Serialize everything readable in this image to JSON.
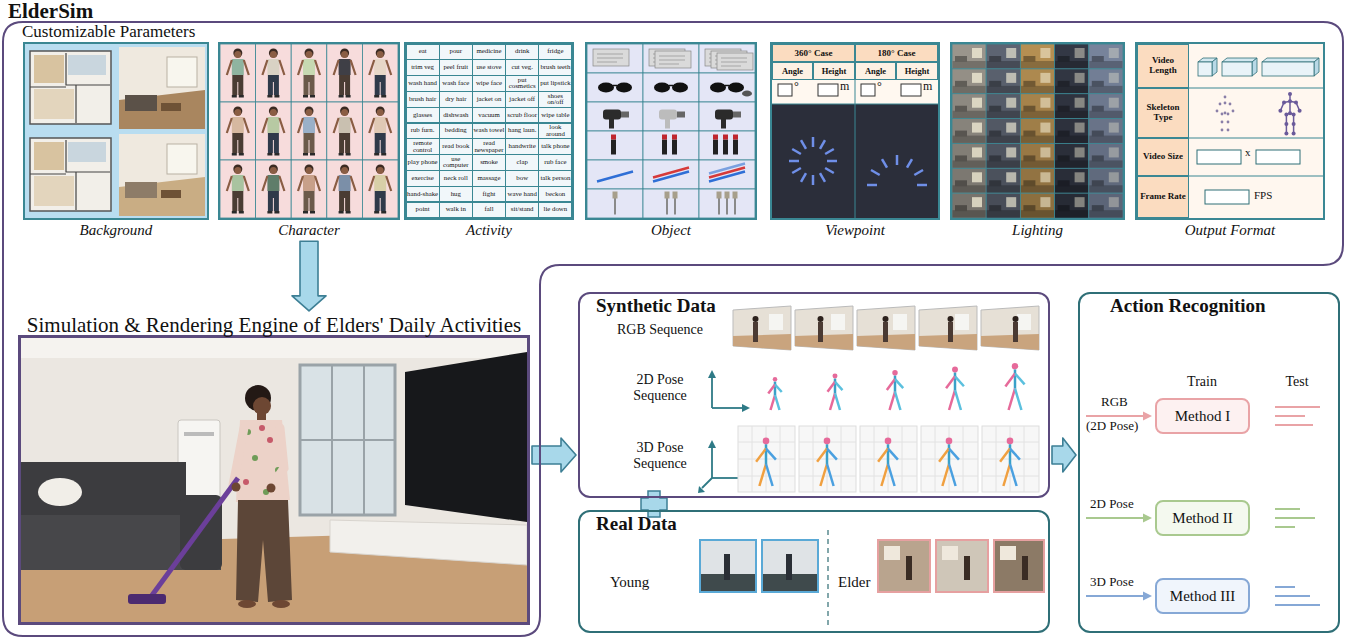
{
  "diagram": {
    "nodes": [
      {
        "text": [
          "ElderSim"
        ]
      },
      {
        "text": [
          "Background"
        ],
        "in": 0
      },
      {
        "text": [
          "Character"
        ],
        "in": 0
      },
      {
        "text": [
          "Activity"
        ],
        "in": 0
      },
      {
        "text": [
          "eat"
        ],
        "in": 3
      },
      {
        "text": [
          "pour"
        ],
        "in": 3
      },
      {
        "text": [
          "medicine"
        ],
        "in": 3
      },
      {
        "text": [
          "drink"
        ],
        "in": 3
      },
      {
        "text": [
          "fridge"
        ],
        "in": 3
      },
      {
        "text": [
          "trim veg"
        ],
        "in": 3
      },
      {
        "text": [
          "peel fruit"
        ],
        "in": 3
      },
      {
        "text": [
          "use stove"
        ],
        "in": 3
      },
      {
        "text": [
          "cut veg."
        ],
        "in": 3
      },
      {
        "text": [
          "brush teeth"
        ],
        "in": 3
      },
      {
        "text": [
          "wash hand"
        ],
        "in": 3
      },
      {
        "text": [
          "wash face"
        ],
        "in": 3
      },
      {
        "text": [
          "wipe face"
        ],
        "in": 3
      },
      {
        "text": [
          "put cosmetics"
        ],
        "in": 3
      },
      {
        "text": [
          "put lipstick"
        ],
        "in": 3
      },
      {
        "text": [
          "brush hair"
        ],
        "in": 3
      },
      {
        "text": [
          "dry hair"
        ],
        "in": 3
      },
      {
        "text": [
          "jacket on"
        ],
        "in": 3
      },
      {
        "text": [
          "jacket off"
        ],
        "in": 3
      },
      {
        "text": [
          "shoes on/off"
        ],
        "in": 3
      },
      {
        "text": [
          "glasses"
        ],
        "in": 3
      },
      {
        "text": [
          "dishwash"
        ],
        "in": 3
      },
      {
        "text": [
          "vacuum"
        ],
        "in": 3
      },
      {
        "text": [
          "scrub floor"
        ],
        "in": 3
      },
      {
        "text": [
          "wipe table"
        ],
        "in": 3
      },
      {
        "text": [
          "rub furn."
        ],
        "in": 3
      },
      {
        "text": [
          "bedding"
        ],
        "in": 3
      },
      {
        "text": [
          "wash towel"
        ],
        "in": 3
      },
      {
        "text": [
          "hang laun."
        ],
        "in": 3
      },
      {
        "text": [
          "look around"
        ],
        "in": 3
      },
      {
        "text": [
          "remote control"
        ],
        "in": 3
      },
      {
        "text": [
          "read book"
        ],
        "in": 3
      },
      {
        "text": [
          "read newspaper"
        ],
        "in": 3
      },
      {
        "text": [
          "handwrite"
        ],
        "in": 3
      },
      {
        "text": [
          "talk phone"
        ],
        "in": 3
      },
      {
        "text": [
          "play phone"
        ],
        "in": 3
      },
      {
        "text": [
          "use computer"
        ],
        "in": 3
      },
      {
        "text": [
          "smoke"
        ],
        "in": 3
      },
      {
        "text": [
          "clap"
        ],
        "in": 3
      },
      {
        "text": [
          "rub face"
        ],
        "in": 3
      },
      {
        "text": [
          "exercise"
        ],
        "in": 3
      },
      {
        "text": [
          "neck roll"
        ],
        "in": 3
      },
      {
        "text": [
          "massage"
        ],
        "in": 3
      },
      {
        "text": [
          "bow"
        ],
        "in": 3
      },
      {
        "text": [
          "talk person"
        ],
        "in": 3
      },
      {
        "text": [
          "hand-shake"
        ],
        "in": 3
      },
      {
        "text": [
          "hug"
        ],
        "in": 3
      },
      {
        "text": [
          "fight"
        ],
        "in": 3
      },
      {
        "text": [
          "wave hand"
        ],
        "in": 3
      },
      {
        "text": [
          "beckon"
        ],
        "in": 3
      },
      {
        "text": [
          "point"
        ],
        "in": 3
      },
      {
        "text": [
          "walk in"
        ],
        "in": 3
      },
      {
        "text": [
          "fall"
        ],
        "in": 3
      },
      {
        "text": [
          "sit/stand"
        ],
        "in": 3
      },
      {
        "text": [
          "lie down"
        ],
        "in": 3
      },
      {
        "text": [
          "Object"
        ],
        "in": 0
      },
      {
        "text": [
          "Viewpoint"
        ],
        "in": 0
      },
      {
        "text": [
          "360° Case"
        ],
        "in": 60
      },
      {
        "text": [
          "180° Case"
        ],
        "in": 60
      },
      {
        "text": [
          "Angle"
        ],
        "in": 60
      },
      {
        "text": [
          "Height"
        ],
        "in": 60
      },
      {
        "text": [
          "Angle"
        ],
        "in": 60
      },
      {
        "text": [
          "Height"
        ],
        "in": 60
      },
      {
        "text": [
          "Lighting"
        ],
        "in": 0
      },
      {
        "text": [
          "Output Format"
        ],
        "in": 0
      },
      {
        "text": [
          "Video Length"
        ],
        "in": 68
      },
      {
        "text": [
          "Skeleton Type"
        ],
        "in": 68
      },
      {
        "text": [
          "Video Size"
        ],
        "in": 68
      },
      {
        "text": [
          "Frame Rate"
        ],
        "in": 68
      },
      {
        "text": [
          "Simulation & Rendering Engine of Elders' Daily Activities"
        ],
        "in": 0
      },
      {
        "text": [
          "Synthetic Data",
          "RGB Sequence",
          "2D Pose Sequence",
          "3D Pose Sequence"
        ]
      },
      {
        "text": [
          "Real Data",
          "Young",
          "Elder"
        ]
      },
      {
        "text": [
          "Action Recognition",
          "Train",
          "Test"
        ]
      },
      {
        "text": [
          "Method I"
        ],
        "in": 76
      },
      {
        "text": [
          "Method II"
        ],
        "in": 76
      },
      {
        "text": [
          "Method III"
        ],
        "in": 76
      }
    ],
    "edges": [
      {
        "from": 2,
        "to": 73,
        "arrow": "to"
      },
      {
        "from": 73,
        "to": 74,
        "arrow": "to"
      },
      {
        "from": 74,
        "to": 76,
        "arrow": "to"
      }
    ],
    "labels": [
      "Customizable Parameters",
      "°",
      "m",
      "°",
      "m",
      "x",
      "FPS",
      "RGB",
      "(2D Pose)",
      "2D Pose",
      "3D Pose"
    ]
  }
}
